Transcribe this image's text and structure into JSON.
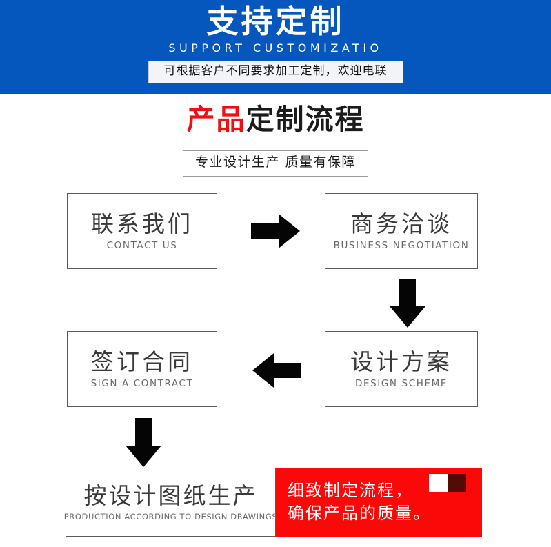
{
  "header": {
    "title": "支持定制",
    "subtitle": "SUPPORT CUSTOMIZATIO",
    "banner": "可根据客户不同要求加工定制，欢迎电联",
    "background_color": "#0557bd"
  },
  "section": {
    "title_accent": "产品",
    "title_rest": "定制流程",
    "title_accent_color": "#ee1111",
    "title_rest_color": "#1b1b1b",
    "subtitle": "专业设计生产 质量有保障"
  },
  "flow": {
    "steps": [
      {
        "cn": "联系我们",
        "en": "CONTACT US"
      },
      {
        "cn": "商务洽谈",
        "en": "BUSINESS  NEGOTIATION"
      },
      {
        "cn": "设计方案",
        "en": "DESIGN  SCHEME"
      },
      {
        "cn": "签订合同",
        "en": "SIGN A CONTRACT"
      },
      {
        "cn": "按设计图纸生产",
        "en": "PRODUCTION  ACCORDING  TO  DESIGN  DRAWINGS"
      }
    ],
    "arrows": [
      {
        "name": "arrow-right-icon",
        "direction": "right"
      },
      {
        "name": "arrow-down-icon",
        "direction": "down"
      },
      {
        "name": "arrow-left-icon",
        "direction": "left"
      },
      {
        "name": "arrow-down-icon",
        "direction": "down"
      }
    ],
    "box_border_color": "#5c5c5c",
    "cn_text_color": "#3a3a3a",
    "en_text_color": "#6a6a6a"
  },
  "promo": {
    "line1": "细致制定流程，",
    "line2": "确保产品的质量。",
    "background_color": "#fb0909",
    "swatch_light": "#ffffff",
    "swatch_dark": "#540a05"
  }
}
